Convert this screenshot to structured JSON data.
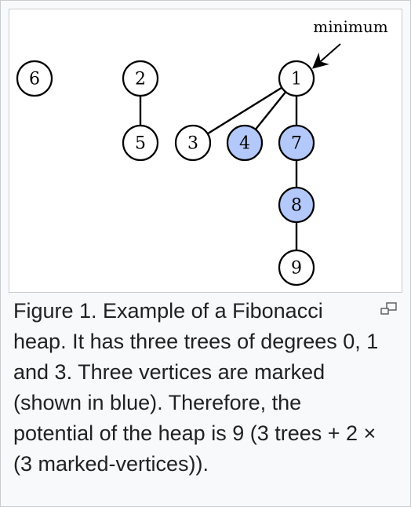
{
  "figure": {
    "annotation": "minimum",
    "caption": "Figure 1. Example of a Fibonacci heap. It has three trees of degrees 0, 1 and 3. Three vertices are marked (shown in blue). Therefore, the potential of the heap is 9 (3 trees + 2 × (3 marked-vertices)).",
    "marked_fill": "#b3c8fb",
    "unmarked_fill": "#ffffff",
    "nodes": [
      {
        "id": "6",
        "label": "6",
        "marked": false
      },
      {
        "id": "2",
        "label": "2",
        "marked": false
      },
      {
        "id": "5",
        "label": "5",
        "marked": false
      },
      {
        "id": "3",
        "label": "3",
        "marked": false
      },
      {
        "id": "4",
        "label": "4",
        "marked": true
      },
      {
        "id": "1",
        "label": "1",
        "marked": false
      },
      {
        "id": "7",
        "label": "7",
        "marked": true
      },
      {
        "id": "8",
        "label": "8",
        "marked": true
      },
      {
        "id": "9",
        "label": "9",
        "marked": false
      }
    ],
    "edges": [
      [
        "2",
        "5"
      ],
      [
        "1",
        "3"
      ],
      [
        "1",
        "4"
      ],
      [
        "1",
        "7"
      ],
      [
        "7",
        "8"
      ],
      [
        "8",
        "9"
      ]
    ],
    "minimum_node": "1",
    "magnify_icon": "magnify-icon"
  }
}
